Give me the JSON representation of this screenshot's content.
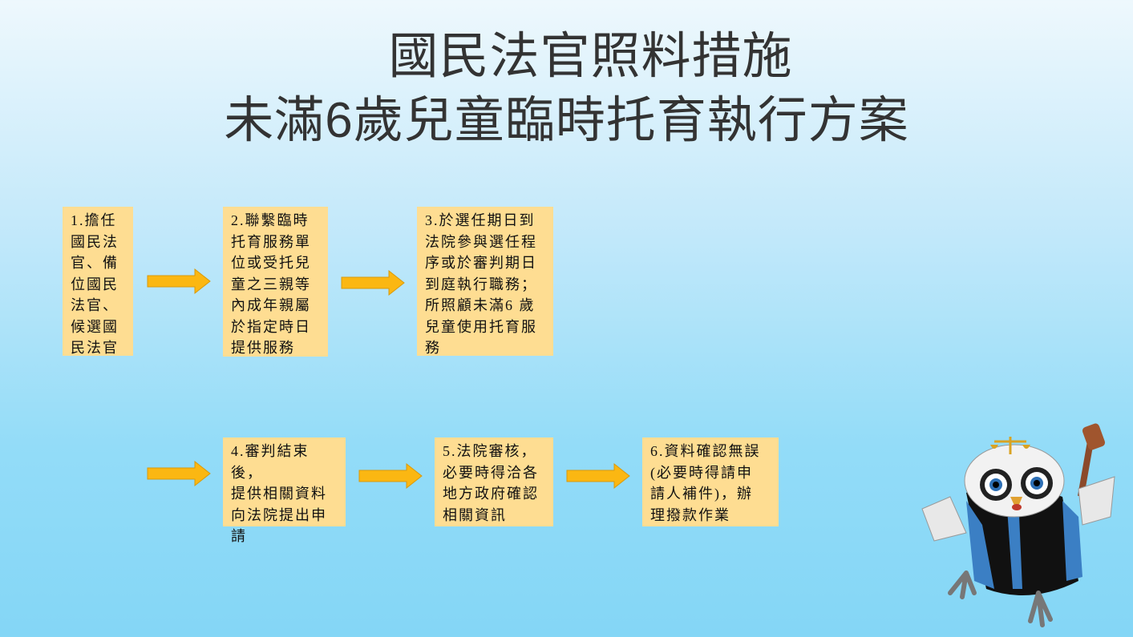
{
  "title": {
    "line1": "國民法官照料措施",
    "line2": "未滿6歲兒童臨時托育執行方案"
  },
  "steps": [
    {
      "text": "1.擔任\n國民法\n官、備\n位國民\n法官、\n候選國\n民法官"
    },
    {
      "text": "2.聯繫臨時\n托育服務單\n位或受托兒\n童之三親等\n內成年親屬\n於指定時日\n提供服務"
    },
    {
      "text": "3.於選任期日到\n法院參與選任程\n序或於審判期日\n到庭執行職務；\n所照顧未滿6 歲\n兒童使用托育服\n務"
    },
    {
      "text": "4.審判結束後，\n提供相關資料\n向法院提出申\n請"
    },
    {
      "text": "5.法院審核，\n必要時得洽各\n地方政府確認\n相關資訊"
    },
    {
      "text": "6.資料確認無誤\n(必要時得請申\n請人補件)，辦\n理撥款作業"
    }
  ],
  "colors": {
    "box": "#fedd92",
    "arrow": "#fbb712",
    "arrow_border": "#d99a0c",
    "title": "#333333"
  }
}
